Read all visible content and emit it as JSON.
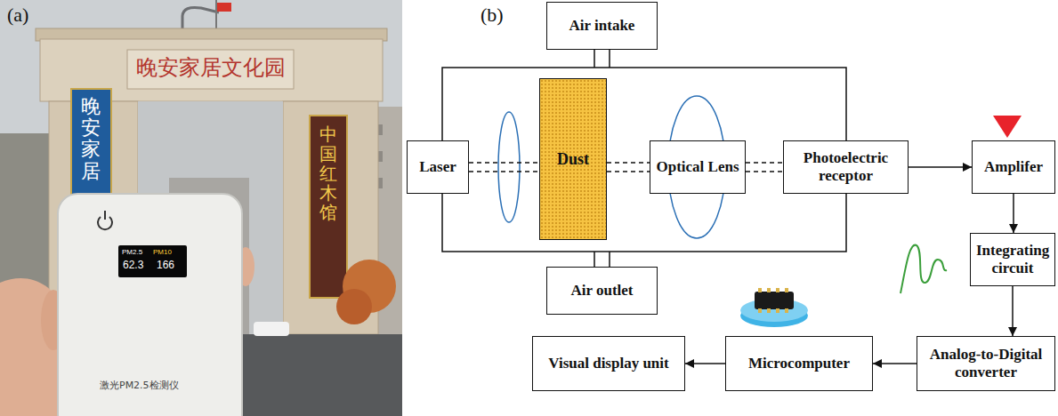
{
  "diagram": {
    "nodes": [
      {
        "text": [
          "Air intake"
        ]
      },
      {
        "text": [
          "Laser"
        ]
      },
      {
        "text": [
          "Dust"
        ]
      },
      {
        "text": [
          "Optical Lens"
        ]
      },
      {
        "text": [
          "Photoelectric receptor"
        ]
      },
      {
        "text": [
          "Amplifer"
        ]
      },
      {
        "text": [
          "Integrating circuit"
        ]
      },
      {
        "text": [
          "Analog-to-Digital converter"
        ]
      },
      {
        "text": [
          "Microcomputer"
        ]
      },
      {
        "text": [
          "Visual display unit"
        ]
      },
      {
        "text": [
          "Air outlet"
        ]
      }
    ],
    "edges": [
      {
        "from": 1,
        "to": 2,
        "arrow": "none"
      },
      {
        "from": 2,
        "to": 3,
        "arrow": "none"
      },
      {
        "from": 3,
        "to": 4,
        "arrow": "none"
      },
      {
        "from": 4,
        "to": 5,
        "arrow": "to"
      },
      {
        "from": 5,
        "to": 6,
        "arrow": "to"
      },
      {
        "from": 6,
        "to": 7,
        "arrow": "to"
      },
      {
        "from": 7,
        "to": 8,
        "arrow": "to"
      },
      {
        "from": 8,
        "to": 9,
        "arrow": "to"
      }
    ],
    "labels": [
      "(a)",
      "(b)",
      "晚安家居文化园",
      "晚安家居",
      "中国红木馆",
      "PM2.5",
      "PM10",
      "62.3",
      "166",
      "激光PM2.5检测仪"
    ]
  }
}
